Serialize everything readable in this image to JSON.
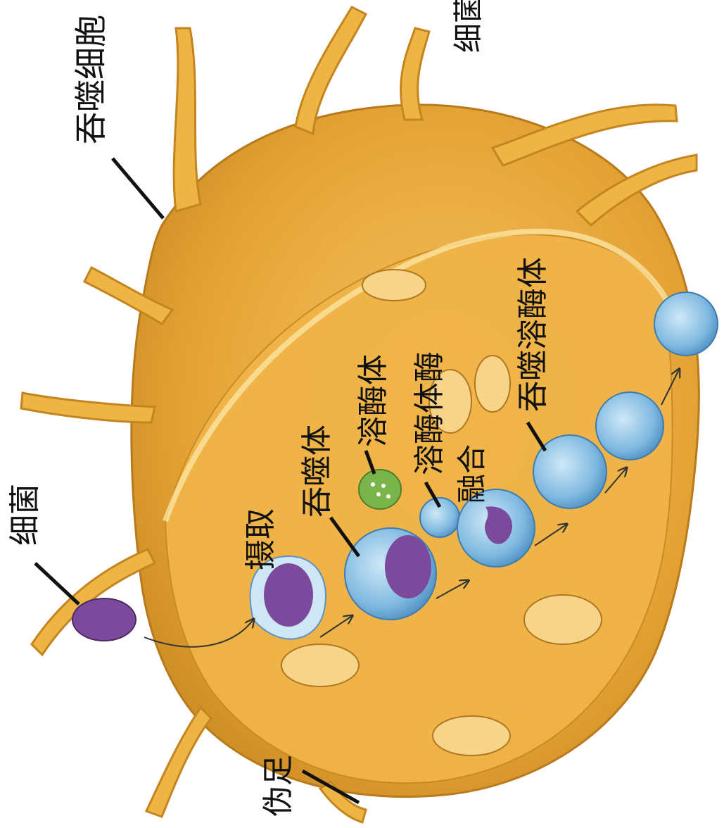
{
  "labels": {
    "phagocyte": "吞噬细胞",
    "bacteria_top": "细菌",
    "bacteria_left": "细菌",
    "uptake": "摄取",
    "phagosome": "吞噬体",
    "lysosome": "溶酶体",
    "lysosomal_enzyme": "溶酶体酶",
    "fusion": "融合",
    "phagolysosome": "吞噬溶酶体",
    "pseudopod": "伪足"
  },
  "colors": {
    "cell": "#e7a93a",
    "cell_dark": "#c98a22",
    "cell_light": "#f3c65e",
    "vesicle": "#8cc4e8",
    "bacterium": "#7b4a9c",
    "lysosome": "#79b54a"
  }
}
